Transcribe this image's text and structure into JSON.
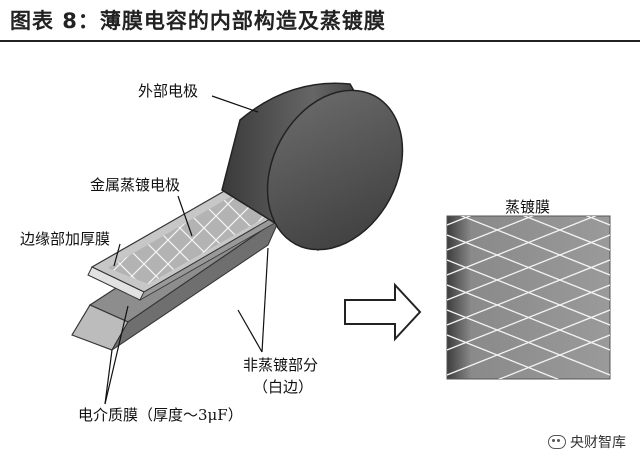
{
  "header": {
    "title": "图表 8：薄膜电容的内部构造及蒸镀膜"
  },
  "labels": {
    "outer_electrode": "外部电极",
    "metal_electrode": "金属蒸镀电极",
    "edge_film": "边缘部加厚膜",
    "unplated_line1": "非蒸镀部分",
    "unplated_line2": "（白边）",
    "dielectric": "电介质膜（厚度～3μF）",
    "plated_film": "蒸镀膜"
  },
  "watermark": {
    "text": "央财智库"
  }
}
